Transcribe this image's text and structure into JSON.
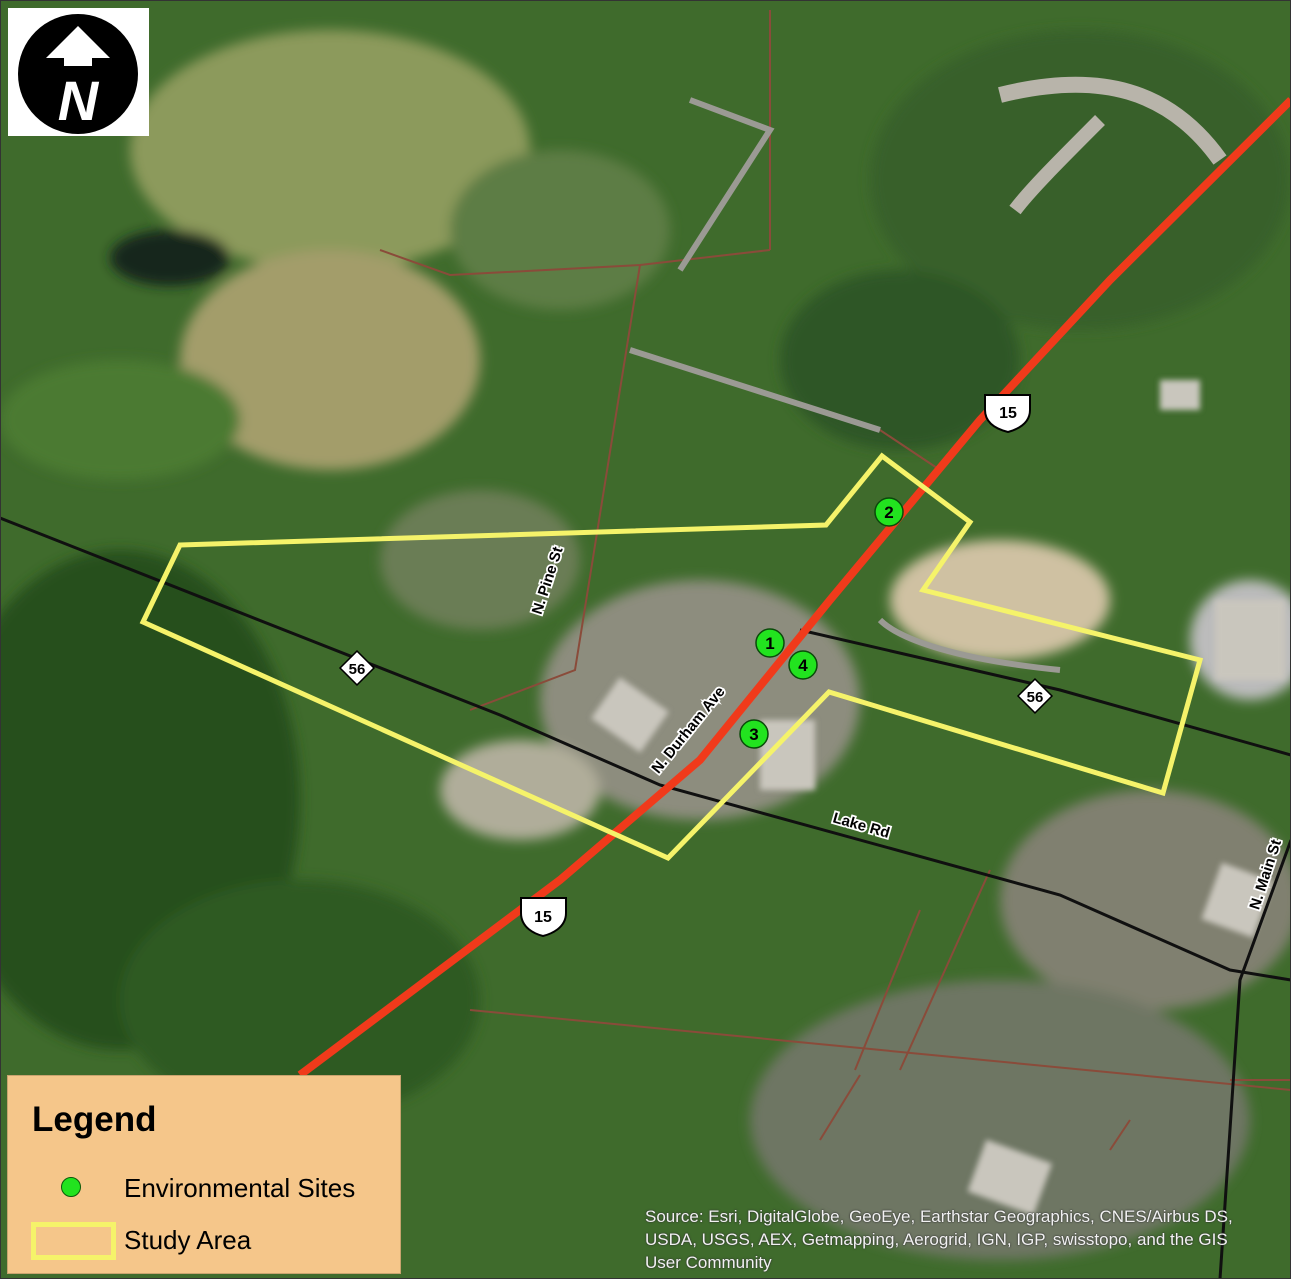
{
  "north_arrow": {
    "letter": "N",
    "icon": "north-arrow-icon"
  },
  "roads": {
    "us15_a": "15",
    "us15_b": "15",
    "nc56_a": "56",
    "nc56_b": "56",
    "pine": "N. Pine St",
    "durham": "N. Durham Ave",
    "lake": "Lake Rd",
    "main": "N. Main St"
  },
  "sites": [
    {
      "label": "1"
    },
    {
      "label": "2"
    },
    {
      "label": "3"
    },
    {
      "label": "4"
    }
  ],
  "legend": {
    "title": "Legend",
    "items": [
      {
        "label": "Environmental Sites",
        "icon": "green-dot-icon"
      },
      {
        "label": "Study Area",
        "icon": "yellow-box-icon"
      }
    ]
  },
  "credits": "Source: Esri, DigitalGlobe, GeoEye, Earthstar Geographics, CNES/Airbus DS, USDA, USGS, AEX, Getmapping, Aerogrid, IGN, IGP, swisstopo, and the GIS User Community",
  "colors": {
    "highway": "#f03a1b",
    "study_area": "#f5f36a",
    "site_fill": "#22e31f",
    "legend_bg": "#f5c68a"
  }
}
